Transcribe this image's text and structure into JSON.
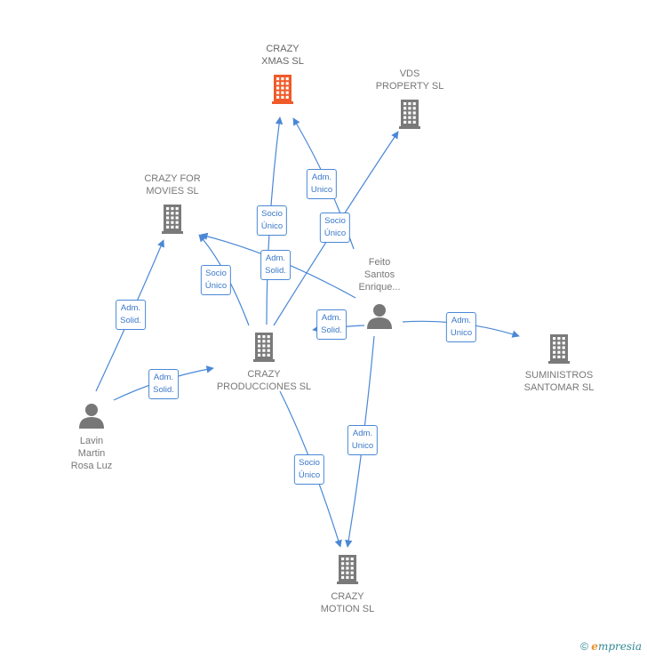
{
  "colors": {
    "edge": "#4a88d6",
    "building": "#7a7a7a",
    "building_highlight": "#f05a28",
    "person": "#777777"
  },
  "nodes": [
    {
      "id": "crazy-xmas",
      "type": "company",
      "label": "CRAZY\nXMAS  SL",
      "highlight": true,
      "icon": "building-icon"
    },
    {
      "id": "vds-property",
      "type": "company",
      "label": "VDS\nPROPERTY  SL",
      "highlight": false,
      "icon": "building-icon"
    },
    {
      "id": "crazy-for-movies",
      "type": "company",
      "label": "CRAZY FOR\nMOVIES  SL",
      "highlight": false,
      "icon": "building-icon"
    },
    {
      "id": "crazy-producciones",
      "type": "company",
      "label": "CRAZY\nPRODUCCIONES SL",
      "highlight": false,
      "icon": "building-icon"
    },
    {
      "id": "suministros-santomar",
      "type": "company",
      "label": "SUMINISTROS\nSANTOMAR  SL",
      "highlight": false,
      "icon": "building-icon"
    },
    {
      "id": "crazy-motion",
      "type": "company",
      "label": "CRAZY\nMOTION  SL",
      "highlight": false,
      "icon": "building-icon"
    },
    {
      "id": "feito",
      "type": "person",
      "label": "Feito\nSantos\nEnrique...",
      "highlight": false,
      "icon": "person-icon"
    },
    {
      "id": "lavin",
      "type": "person",
      "label": "Lavin\nMartin\nRosa Luz",
      "highlight": false,
      "icon": "person-icon"
    }
  ],
  "edges": [
    {
      "from": "crazy-producciones",
      "to": "crazy-xmas",
      "label": "Socio\nÚnico"
    },
    {
      "from": "feito",
      "to": "crazy-xmas",
      "label": "Adm.\nUnico"
    },
    {
      "from": "crazy-producciones",
      "to": "vds-property",
      "label": "Socio\nÚnico"
    },
    {
      "from": "crazy-producciones",
      "to": "crazy-for-movies",
      "label": "Socio\nÚnico"
    },
    {
      "from": "feito",
      "to": "crazy-for-movies",
      "label": "Adm.\nSolid."
    },
    {
      "from": "lavin",
      "to": "crazy-for-movies",
      "label": "Adm.\nSolid."
    },
    {
      "from": "lavin",
      "to": "crazy-producciones",
      "label": "Adm.\nSolid."
    },
    {
      "from": "feito",
      "to": "crazy-producciones",
      "label": "Adm.\nSolid."
    },
    {
      "from": "feito",
      "to": "suministros-santomar",
      "label": "Adm.\nUnico"
    },
    {
      "from": "crazy-producciones",
      "to": "crazy-motion",
      "label": "Socio\nÚnico"
    },
    {
      "from": "feito",
      "to": "crazy-motion",
      "label": "Adm.\nUnico"
    }
  ],
  "footer": {
    "copyright": "©",
    "brand_first": "e",
    "brand_rest": "mpresia"
  }
}
